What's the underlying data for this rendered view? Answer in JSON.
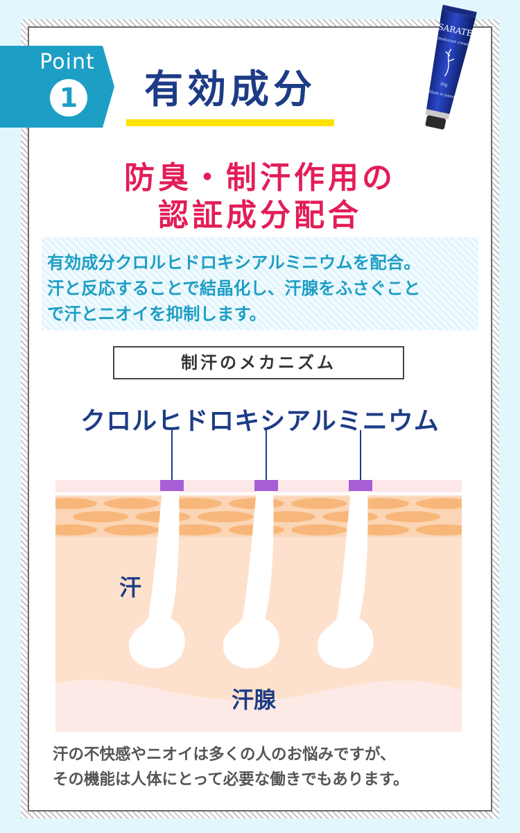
{
  "point": {
    "word": "Point",
    "number": "1"
  },
  "title": "有効成分",
  "product": {
    "brand": "SARATE",
    "type_text": "Deodorant cream",
    "weight": "30g",
    "origin": "Made in Japan"
  },
  "headline": {
    "line1": "防臭・制汗作用の",
    "line2": "認証成分配合"
  },
  "description": {
    "line1": "有効成分クロルヒドロキシアルミニウムを配合。",
    "line2": "汗と反応することで結晶化し、汗腺をふさぐこと",
    "line3": "で汗とニオイを抑制します。"
  },
  "mechanism": {
    "heading": "制汗のメカニズム",
    "ingredient_label": "クロルヒドロキシアルミニウム",
    "sweat_label": "汗",
    "gland_label": "汗腺"
  },
  "note": {
    "line1": "汗の不快感やニオイは多くの人のお悩みですが、",
    "line2": "その機能は人体にとって必要な働きでもあります。"
  },
  "colors": {
    "page_bg": "#e2f6fd",
    "accent_blue": "#1d9ec5",
    "navy": "#1d3c86",
    "headline_pink": "#e31d57",
    "underline_yellow": "#fde200",
    "plug_purple": "#a65ed6",
    "skin_peach": "#fde1cc",
    "fat_orange": "#f8b77a"
  }
}
